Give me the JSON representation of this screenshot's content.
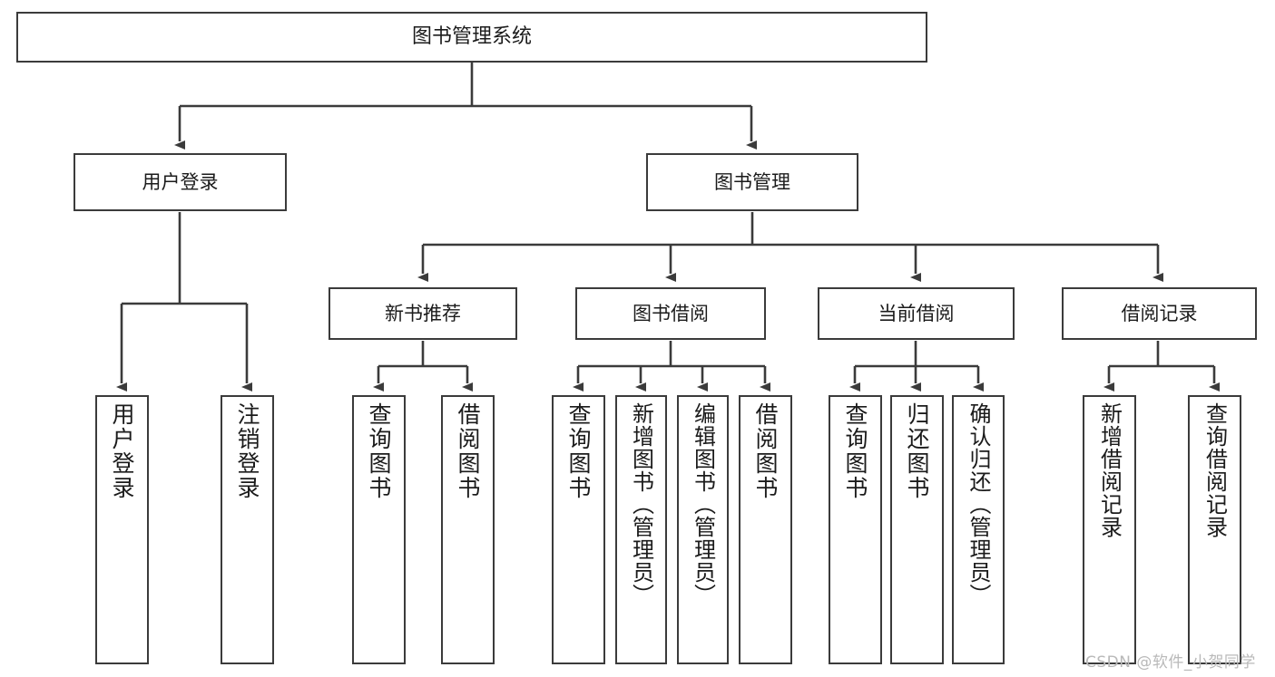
{
  "diagram": {
    "title": "图书管理系统",
    "type": "tree-hierarchy-chart",
    "root": {
      "id": "root",
      "label": "图书管理系统"
    },
    "level2": [
      {
        "id": "user-login",
        "label": "用户登录"
      },
      {
        "id": "book-manage",
        "label": "图书管理"
      }
    ],
    "level3": [
      {
        "id": "new-book-recommend",
        "label": "新书推荐"
      },
      {
        "id": "book-borrow",
        "label": "图书借阅"
      },
      {
        "id": "current-borrow",
        "label": "当前借阅"
      },
      {
        "id": "borrow-record",
        "label": "借阅记录"
      }
    ],
    "leaves": {
      "user_login": [
        {
          "id": "leaf-user-login",
          "label": "用户登录"
        },
        {
          "id": "leaf-logout-login",
          "label": "注销登录"
        }
      ],
      "new_book_recommend": [
        {
          "id": "leaf-query-book-1",
          "label": "查询图书"
        },
        {
          "id": "leaf-borrow-book-1",
          "label": "借阅图书"
        }
      ],
      "book_borrow": [
        {
          "id": "leaf-query-book-2",
          "label": "查询图书"
        },
        {
          "id": "leaf-add-book-admin",
          "label": "新增图书（管理员）"
        },
        {
          "id": "leaf-edit-book-admin",
          "label": "编辑图书（管理员）"
        },
        {
          "id": "leaf-borrow-book-2",
          "label": "借阅图书"
        }
      ],
      "current_borrow": [
        {
          "id": "leaf-query-book-3",
          "label": "查询图书"
        },
        {
          "id": "leaf-return-book",
          "label": "归还图书"
        },
        {
          "id": "leaf-confirm-return-admin",
          "label": "确认归还（管理员）"
        }
      ],
      "borrow_record": [
        {
          "id": "leaf-add-borrow-record",
          "label": "新增借阅记录"
        },
        {
          "id": "leaf-query-borrow-record",
          "label": "查询借阅记录"
        }
      ]
    }
  },
  "watermark": {
    "text": "CSDN @软件_小贺同学"
  },
  "colors": {
    "stroke": "#3b3b3b",
    "fill": "#ffffff",
    "text": "#1b1b1b",
    "watermark": "#b9b9b9"
  }
}
